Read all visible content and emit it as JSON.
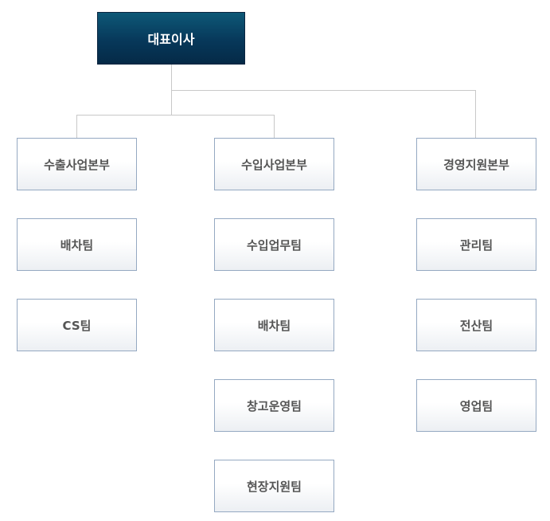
{
  "ceo": {
    "label": "대표이사"
  },
  "divisions": [
    {
      "label": "수출사업본부",
      "teams": [
        "배차팀",
        "CS팀"
      ]
    },
    {
      "label": "수입사업본부",
      "teams": [
        "수입업무팀",
        "배차팀",
        "창고운영팀",
        "현장지원팀"
      ]
    },
    {
      "label": "경영지원본부",
      "teams": [
        "관리팀",
        "전산팀",
        "영업팀"
      ]
    }
  ],
  "colors": {
    "ceo_fill": "#07385a",
    "box_border": "#95a9c2",
    "line": "#c8c8c8",
    "text": "#555555"
  }
}
